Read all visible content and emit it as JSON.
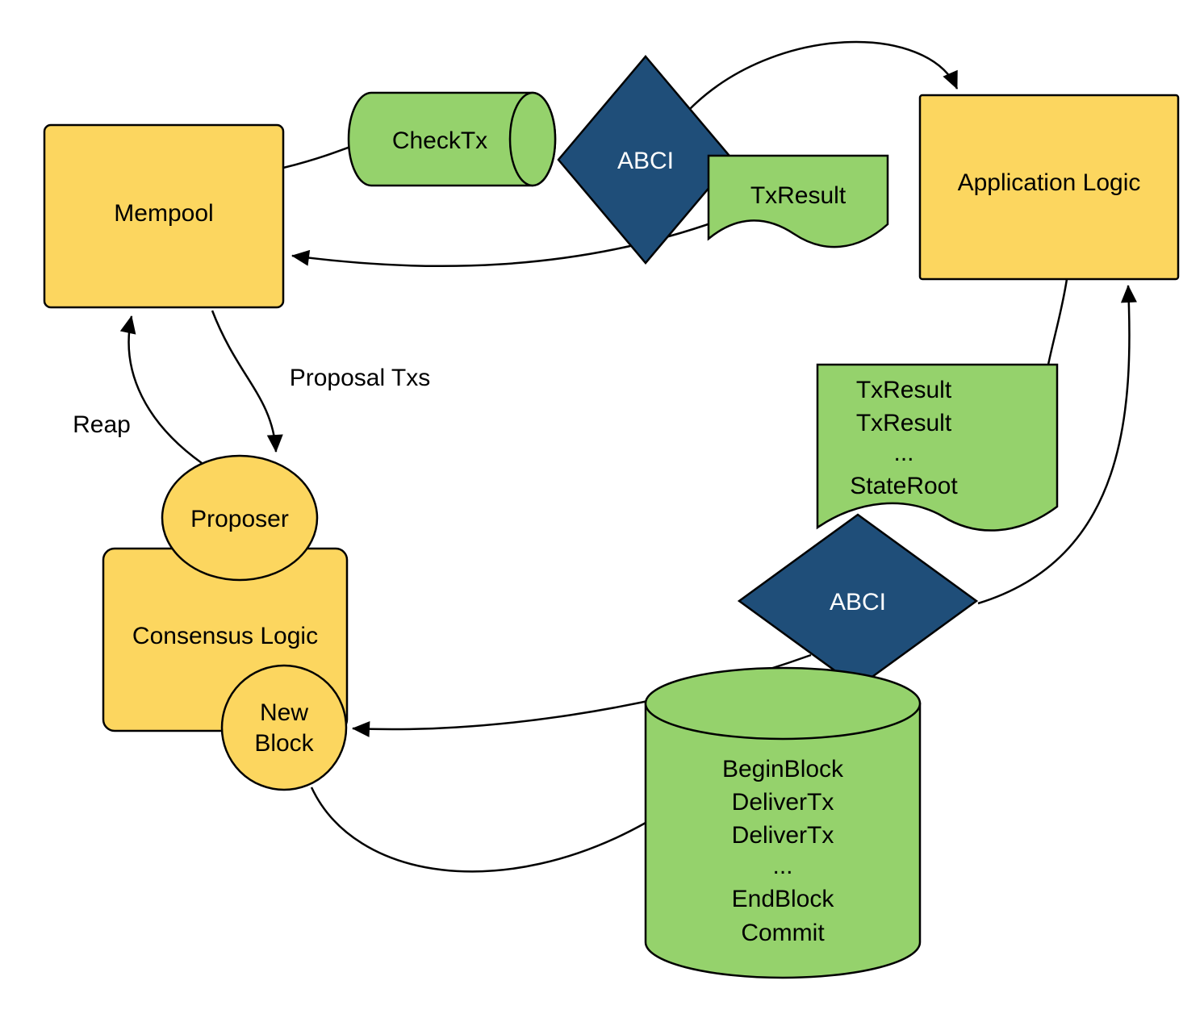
{
  "diagram": {
    "title_hint": "ABCI consensus flow diagram",
    "colors": {
      "node_yellow": "#FCD65F",
      "node_green": "#95D26C",
      "diamond_blue": "#1F4E79",
      "line_black": "#000000",
      "text_dark": "#000000",
      "text_light": "#FFFFFF"
    },
    "nodes": {
      "mempool": {
        "label": "Mempool"
      },
      "checktx": {
        "label": "CheckTx"
      },
      "abci_top": {
        "label": "ABCI"
      },
      "txresult": {
        "label": "TxResult"
      },
      "application_logic": {
        "label": "Application Logic"
      },
      "proposer": {
        "label": "Proposer"
      },
      "consensus_logic": {
        "label": "Consensus Logic"
      },
      "new_block": {
        "line1": "New",
        "line2": "Block"
      },
      "state_doc": {
        "lines": [
          "TxResult",
          "TxResult",
          "...",
          "StateRoot"
        ]
      },
      "abci_bottom": {
        "label": "ABCI"
      },
      "block_cylinder": {
        "lines": [
          "BeginBlock",
          "DeliverTx",
          "DeliverTx",
          "...",
          "EndBlock",
          "Commit"
        ]
      }
    },
    "edge_labels": {
      "reap": "Reap",
      "proposal_txs": "Proposal Txs"
    }
  }
}
